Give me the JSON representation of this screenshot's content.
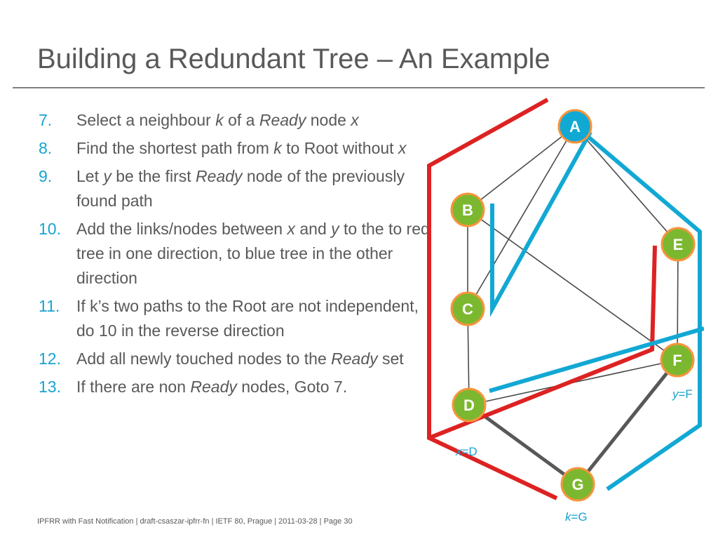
{
  "slide": {
    "title": "Building a Redundant Tree – An Example"
  },
  "steps": [
    {
      "number": "7.",
      "parts": [
        {
          "t": "Select a neighbour "
        },
        {
          "t": "k",
          "i": true
        },
        {
          "t": " of a "
        },
        {
          "t": "Ready",
          "i": true
        },
        {
          "t": " node "
        },
        {
          "t": "x",
          "i": true
        }
      ]
    },
    {
      "number": "8.",
      "parts": [
        {
          "t": "Find the shortest path from "
        },
        {
          "t": "k",
          "i": true
        },
        {
          "t": " to Root without "
        },
        {
          "t": "x",
          "i": true
        }
      ]
    },
    {
      "number": "9.",
      "parts": [
        {
          "t": "Let "
        },
        {
          "t": "y",
          "i": true
        },
        {
          "t": " be the first "
        },
        {
          "t": "Ready",
          "i": true
        },
        {
          "t": " node of the previously found path"
        }
      ]
    },
    {
      "number": "10.",
      "parts": [
        {
          "t": "Add the links/nodes between "
        },
        {
          "t": "x",
          "i": true
        },
        {
          "t": " and "
        },
        {
          "t": "y",
          "i": true
        },
        {
          "t": " to the to red tree in one direction, to blue tree in the other direction"
        }
      ]
    },
    {
      "number": "11.",
      "parts": [
        {
          "t": "If k’s two paths to the Root are not independent, do 10 in the reverse direction"
        }
      ]
    },
    {
      "number": "12.",
      "parts": [
        {
          "t": "Add all newly touched nodes to the "
        },
        {
          "t": "Ready",
          "i": true
        },
        {
          "t": " set"
        }
      ]
    },
    {
      "number": "13.",
      "parts": [
        {
          "t": "If there are non "
        },
        {
          "t": "Ready",
          "i": true
        },
        {
          "t": " nodes, Goto 7."
        }
      ]
    }
  ],
  "diagram": {
    "nodes": {
      "A": "A",
      "B": "B",
      "C": "C",
      "D": "D",
      "E": "E",
      "F": "F",
      "G": "G"
    },
    "annotations": {
      "x_var": "x",
      "x_eq": "=D",
      "y_var": "y",
      "y_eq": "=F",
      "k_var": "k",
      "k_eq": "=G"
    },
    "colors": {
      "red_tree": "#dd2222",
      "blue_tree": "#12a8d4",
      "link": "#4a4a4a",
      "root_node": "#12a8d4",
      "node": "#7cb82f",
      "node_border": "#f7943d",
      "accent": "#17a3d2"
    }
  },
  "footer": {
    "text": "IPFRR with Fast Notification  |  draft-csaszar-ipfrr-fn  |  IETF 80, Prague  |  2011-03-28  |  Page 30"
  }
}
